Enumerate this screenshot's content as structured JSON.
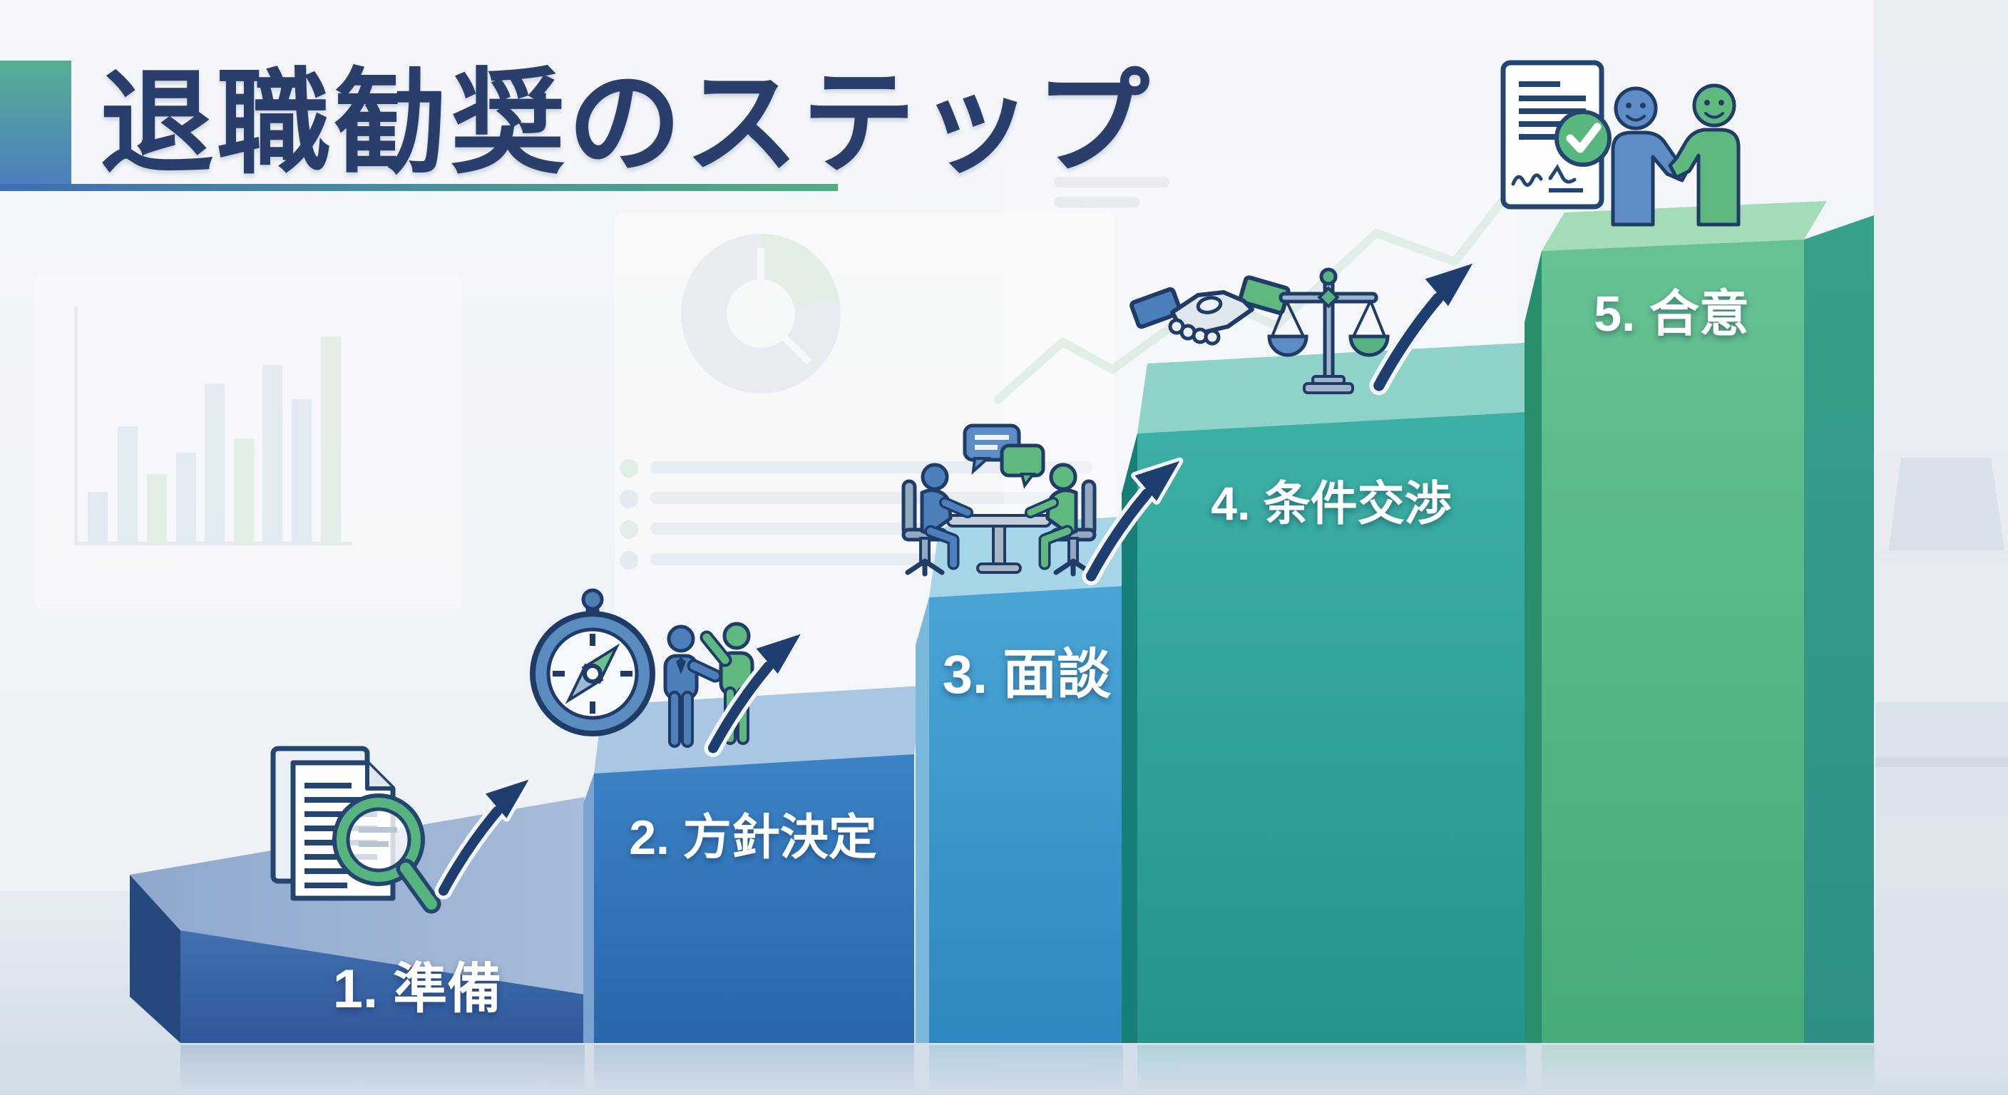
{
  "title": {
    "text": "退職勧奨のステップ"
  },
  "steps": [
    {
      "number": 1,
      "label": "1. 準備",
      "name": "preparation",
      "front_color": "#39659f",
      "top_color": "#9db4d6",
      "icons": [
        "documents-magnifier-icon",
        "growth-arrow-icon"
      ]
    },
    {
      "number": 2,
      "label": "2. 方針決定",
      "name": "policy-decision",
      "front_color": "#2e74b6",
      "top_color": "#a9c6e2",
      "icons": [
        "compass-icon",
        "two-people-icon",
        "growth-arrow-icon"
      ]
    },
    {
      "number": 3,
      "label": "3. 面談",
      "name": "interview",
      "front_color": "#3391c6",
      "top_color": "#a6d5e7",
      "icons": [
        "meeting-table-icon",
        "growth-arrow-icon"
      ]
    },
    {
      "number": 4,
      "label": "4. 条件交渉",
      "name": "negotiation",
      "front_color": "#2aa29a",
      "top_color": "#8fd2c9",
      "icons": [
        "handshake-icon",
        "scales-icon",
        "growth-arrow-icon"
      ]
    },
    {
      "number": 5,
      "label": "5. 合意",
      "name": "agreement",
      "front_color": "#57b985",
      "top_color": "#a5dcb8",
      "icons": [
        "signed-contract-icon",
        "people-shaking-hands-icon"
      ]
    }
  ],
  "accent": {
    "corner_block_top": "#53b092",
    "corner_block_bottom": "#4e7ec0",
    "underline_left": "#3f6fb3",
    "underline_right": "#52ad84",
    "arrow_color": "#1d3e6f",
    "outline_navy": "#1f3c68",
    "icon_blue": "#4d80bb",
    "icon_green": "#5fb87d"
  },
  "background": {
    "left_watermark": "bar-chart",
    "middle_watermark": "donut-chart-and-list",
    "right_watermark": "line-chart-trend",
    "far_right": "office-desk-silhouette",
    "wall_color": "#f1f4f8",
    "floor_color": "#d6e0ea"
  }
}
